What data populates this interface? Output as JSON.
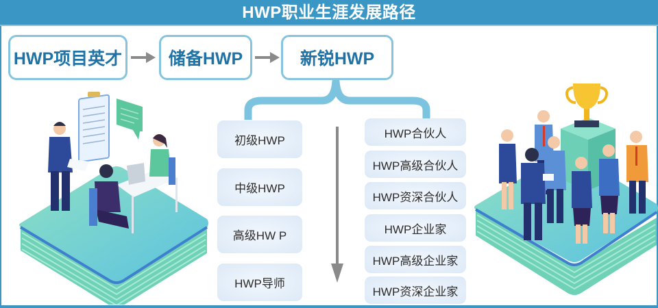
{
  "header": {
    "title": "HWP职业生涯发展路径"
  },
  "stages": [
    {
      "label": "HWP项目英才"
    },
    {
      "label": "储备HWP"
    },
    {
      "label": "新锐HWP"
    }
  ],
  "left_track": {
    "levels": [
      {
        "label": "初级HWP"
      },
      {
        "label": "中级HWP"
      },
      {
        "label": "高级HW P"
      },
      {
        "label": "HWP导师"
      }
    ]
  },
  "right_track": {
    "levels": [
      {
        "label": "HWP合伙人"
      },
      {
        "label": "HWP高级合伙人"
      },
      {
        "label": "HWP资深合伙人"
      },
      {
        "label": "HWP企业家"
      },
      {
        "label": "HWP高级企业家"
      },
      {
        "label": "HWP资深企业家"
      }
    ]
  },
  "illustrations": {
    "left": "interview-meeting-platform",
    "right": "team-with-trophy-platform"
  },
  "colors": {
    "header_bg": "#3a96c4",
    "stage_border": "#86c4de",
    "stage_text": "#1e72a6",
    "level_bg": "#dce9f7",
    "arrow_gray": "#8a8a8a",
    "brace_blue": "#7cc3df",
    "platform_teal": "#6fd1b6",
    "platform_blue": "#3f7fcf"
  }
}
